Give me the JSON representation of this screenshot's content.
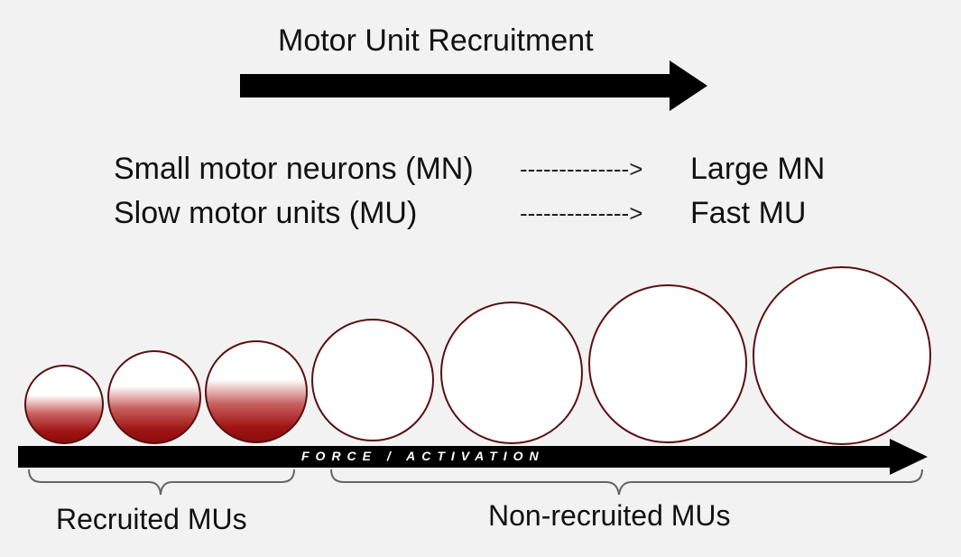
{
  "title": "Motor Unit Recruitment",
  "rows": [
    {
      "left": "Small motor neurons (MN)",
      "arrow": "-------------->",
      "right": "Large MN"
    },
    {
      "left": "Slow motor units (MU)",
      "arrow": "-------------->",
      "right": "Fast MU"
    }
  ],
  "axis_label": "FORCE / ACTIVATION",
  "groups": {
    "recruited": "Recruited MUs",
    "non_recruited": "Non-recruited MUs"
  },
  "motor_units": [
    {
      "recruited": true
    },
    {
      "recruited": true
    },
    {
      "recruited": true
    },
    {
      "recruited": false
    },
    {
      "recruited": false
    },
    {
      "recruited": false
    },
    {
      "recruited": false
    }
  ],
  "colors": {
    "recruited_fill": "#a01414",
    "circle_stroke": "#5a1010",
    "arrow": "#000000"
  }
}
